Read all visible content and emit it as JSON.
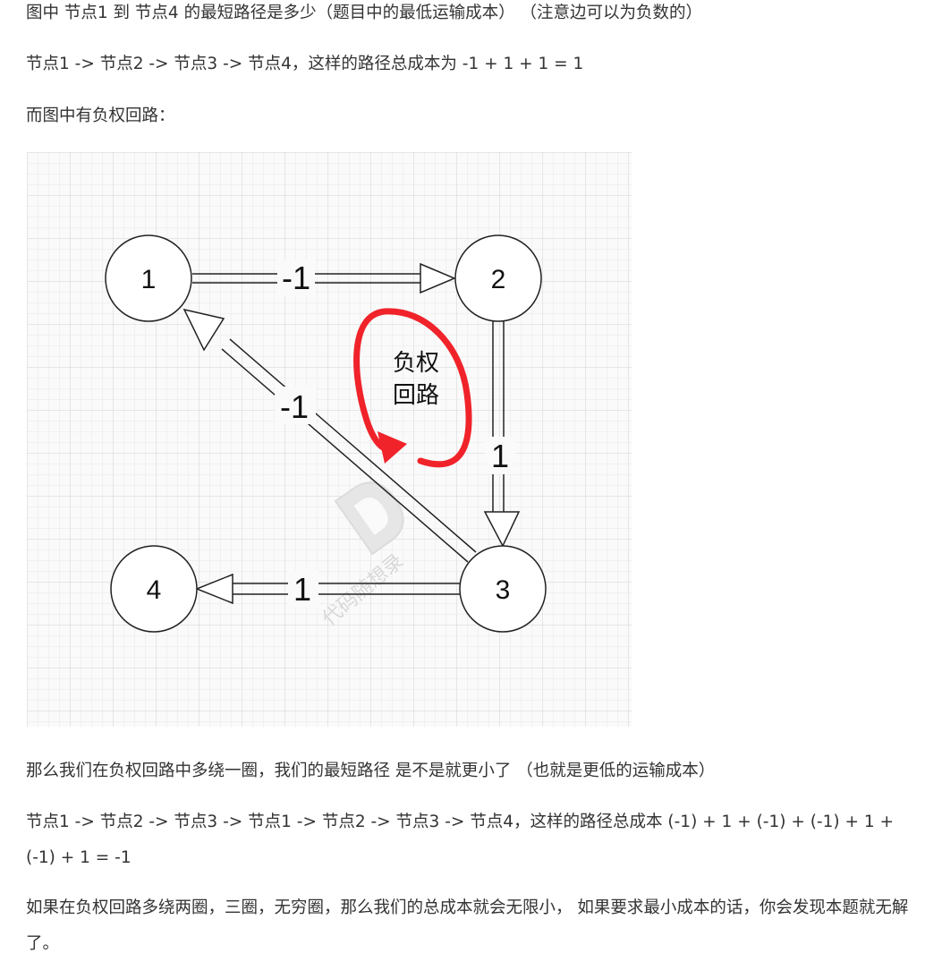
{
  "paragraphs": {
    "question": "图中 节点1 到 节点4 的最短路径是多少（题目中的最低运输成本） （注意边可以为负数的）",
    "path_example": "节点1 -> 节点2 -> 节点3 -> 节点4，这样的路径总成本为 -1 + 1 + 1 = 1",
    "cycle_intro": "而图中有负权回路：",
    "loop_once": "那么我们在负权回路中多绕一圈，我们的最短路径 是不是就更小了 （也就是更低的运输成本）",
    "loop_path": "节点1 -> 节点2 -> 节点3 -> 节点1 -> 节点2 -> 节点3 -> 节点4，这样的路径总成本 (-1) + 1 + (-1) + (-1) + 1 + (-1) + 1 = -1",
    "conclusion": "如果在负权回路多绕两圈，三圈，无穷圈，那么我们的总成本就会无限小， 如果要求最小成本的话，你会发现本题就无解了。"
  },
  "graph": {
    "nodes": [
      {
        "id": "1",
        "label": "1"
      },
      {
        "id": "2",
        "label": "2"
      },
      {
        "id": "3",
        "label": "3"
      },
      {
        "id": "4",
        "label": "4"
      }
    ],
    "edges": [
      {
        "from": "1",
        "to": "2",
        "weight": "-1"
      },
      {
        "from": "2",
        "to": "3",
        "weight": "1"
      },
      {
        "from": "3",
        "to": "1",
        "weight": "-1"
      },
      {
        "from": "3",
        "to": "4",
        "weight": "1"
      }
    ],
    "cycle_label_line1": "负权",
    "cycle_label_line2": "回路",
    "cycle_color": "#f0232a",
    "watermark": "代码随想录",
    "grid_background": "#f7f7f7",
    "grid_line_color": "#e2e2e2"
  }
}
